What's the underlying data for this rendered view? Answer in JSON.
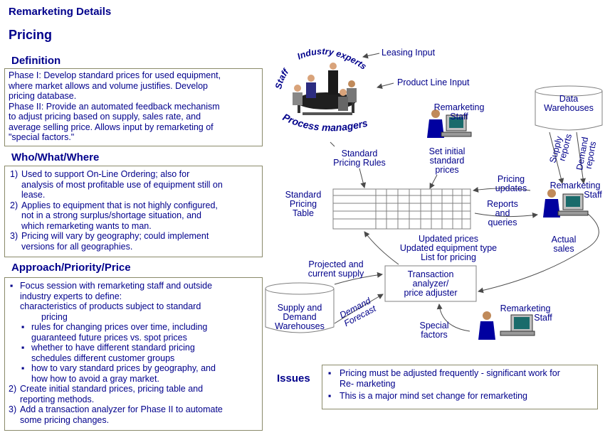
{
  "header": {
    "title": "Remarketing Details",
    "subtitle": "Pricing"
  },
  "definition": {
    "heading": "Definition",
    "lines": [
      "Phase I: Develop standard prices for used equipment,",
      "where market allows and volume justifies. Develop",
      "pricing database.",
      "Phase II: Provide an automated feedback mechanism",
      "to adjust pricing based on supply, sales rate, and",
      "average selling price.  Allows input by remarketing of",
      "\"special factors.\""
    ]
  },
  "who": {
    "heading": "Who/What/Where",
    "items": [
      {
        "num": "1)",
        "lines": [
          "Used to support On-Line Ordering; also for",
          "analysis of most profitable use of equipment still on",
          "lease."
        ]
      },
      {
        "num": "2)",
        "lines": [
          "Applies to equipment that is not highly configured,",
          "not in a strong surplus/shortage situation, and",
          "which remarketing wants to man."
        ]
      },
      {
        "num": "3)",
        "lines": [
          "Pricing will vary by geography; could implement",
          "versions for all geographies."
        ]
      }
    ]
  },
  "approach": {
    "heading": "Approach/Priority/Price",
    "intro": [
      "Focus session with remarketing staff and outside",
      "industry experts to define:",
      "characteristics of products subject to standard",
      "pricing"
    ],
    "subs": [
      [
        "rules for changing prices over time, including",
        "guaranteed future prices vs. spot prices"
      ],
      [
        "whether to have different standard pricing",
        "schedules different customer groups"
      ],
      [
        "how to vary standard prices by geography, and",
        "how how to avoid a gray market."
      ]
    ],
    "numbered": [
      {
        "num": "2)",
        "lines": [
          "Create initial standard prices, pricing table and",
          "reporting methods."
        ]
      },
      {
        "num": "3)",
        "lines": [
          "Add a transaction analyzer for Phase II to automate",
          "some pricing changes."
        ]
      }
    ]
  },
  "diagram": {
    "arc_staff": "Staff",
    "arc_experts": "Industry experts",
    "arc_managers": "Process managers",
    "leasing_input": "Leasing Input",
    "product_line_input": "Product Line Input",
    "remarketing_staff_top": [
      "Remarketing",
      "Staff"
    ],
    "data_warehouses": [
      "Data",
      "Warehouses"
    ],
    "supply_reports": [
      "Supply",
      "reports"
    ],
    "demand_reports": [
      "Demand",
      "reports"
    ],
    "standard_pricing_rules": [
      "Standard",
      "Pricing Rules"
    ],
    "set_initial_prices": [
      "Set initial",
      "standard",
      "prices"
    ],
    "standard_pricing_table": [
      "Standard",
      "Pricing",
      "Table"
    ],
    "pricing_updates": [
      "Pricing",
      "updates"
    ],
    "reports_queries": [
      "Reports",
      "and",
      "queries"
    ],
    "remarketing_staff_right": [
      "Remarketing",
      "Staff"
    ],
    "updated": [
      "Updated prices",
      "Updated equipment type",
      "List for pricing"
    ],
    "actual_sales": [
      "Actual",
      "sales"
    ],
    "projected_supply": [
      "Projected and",
      "current supply"
    ],
    "transaction_analyzer": [
      "Transaction",
      "analyzer/",
      "price adjuster"
    ],
    "demand_forecast": [
      "Demand",
      "Forecast"
    ],
    "supply_demand_warehouses": [
      "Supply and",
      "Demand",
      "Warehouses"
    ],
    "special_factors": [
      "Special",
      "factors"
    ],
    "remarketing_staff_bottom": [
      "Remarketing",
      "Staff"
    ]
  },
  "issues": {
    "heading": "Issues",
    "items": [
      [
        "Pricing must be adjusted frequently - significant work for",
        "Re- marketing"
      ],
      [
        "This is a major mind set change for remarketing"
      ]
    ]
  },
  "colors": {
    "text": "#00008b",
    "border": "#8a8a6a",
    "figure": "#0000a0",
    "table_line": "#808080"
  }
}
